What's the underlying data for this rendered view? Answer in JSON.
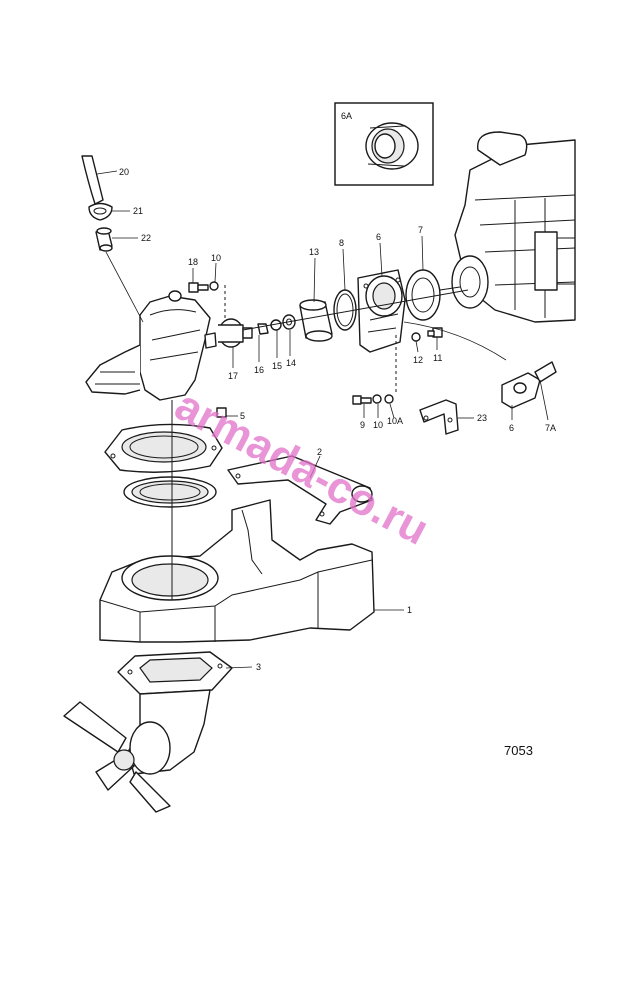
{
  "figure_number": "7053",
  "watermark": "armada-co.ru",
  "inset_label": "6A",
  "callouts": {
    "c1": "1",
    "c2": "2",
    "c3": "3",
    "c5": "5",
    "c6": "6",
    "c6b": "6",
    "c7": "7",
    "c7a": "7A",
    "c8": "8",
    "c9": "9",
    "c10a": "10",
    "c10b": "10",
    "c10c": "10A",
    "c11": "11",
    "c12": "12",
    "c13": "13",
    "c14": "14",
    "c15": "15",
    "c16": "16",
    "c17": "17",
    "c18": "18",
    "c20": "20",
    "c21": "21",
    "c22": "22",
    "c23": "23"
  }
}
